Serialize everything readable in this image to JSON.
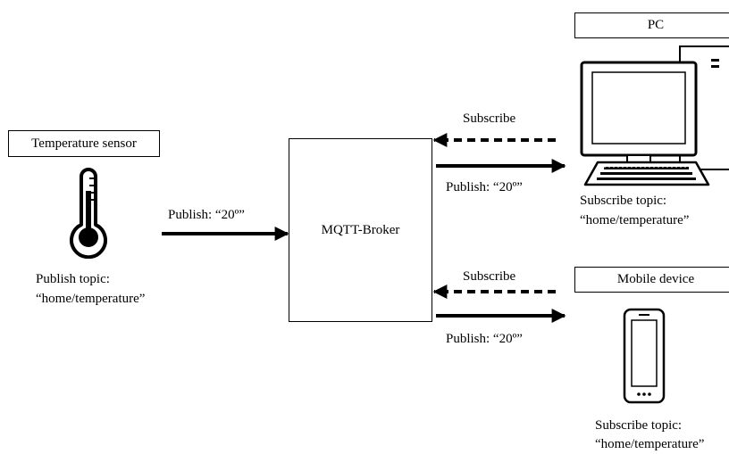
{
  "sensor": {
    "label": "Temperature sensor",
    "topic_line1": "Publish topic:",
    "topic_line2": "“home/temperature”",
    "publish_label": "Publish: “20º”",
    "icon": "thermometer-icon"
  },
  "broker": {
    "label": "MQTT-Broker"
  },
  "pc": {
    "label": "PC",
    "subscribe_label": "Subscribe",
    "publish_label": "Publish: “20º”",
    "topic_line1": "Subscribe topic:",
    "topic_line2": "“home/temperature”",
    "icon": "desktop-computer-icon"
  },
  "mobile": {
    "label": "Mobile device",
    "subscribe_label": "Subscribe",
    "publish_label": "Publish: “20º”",
    "topic_line1": "Subscribe topic:",
    "topic_line2": "“home/temperature”",
    "icon": "smartphone-icon"
  }
}
